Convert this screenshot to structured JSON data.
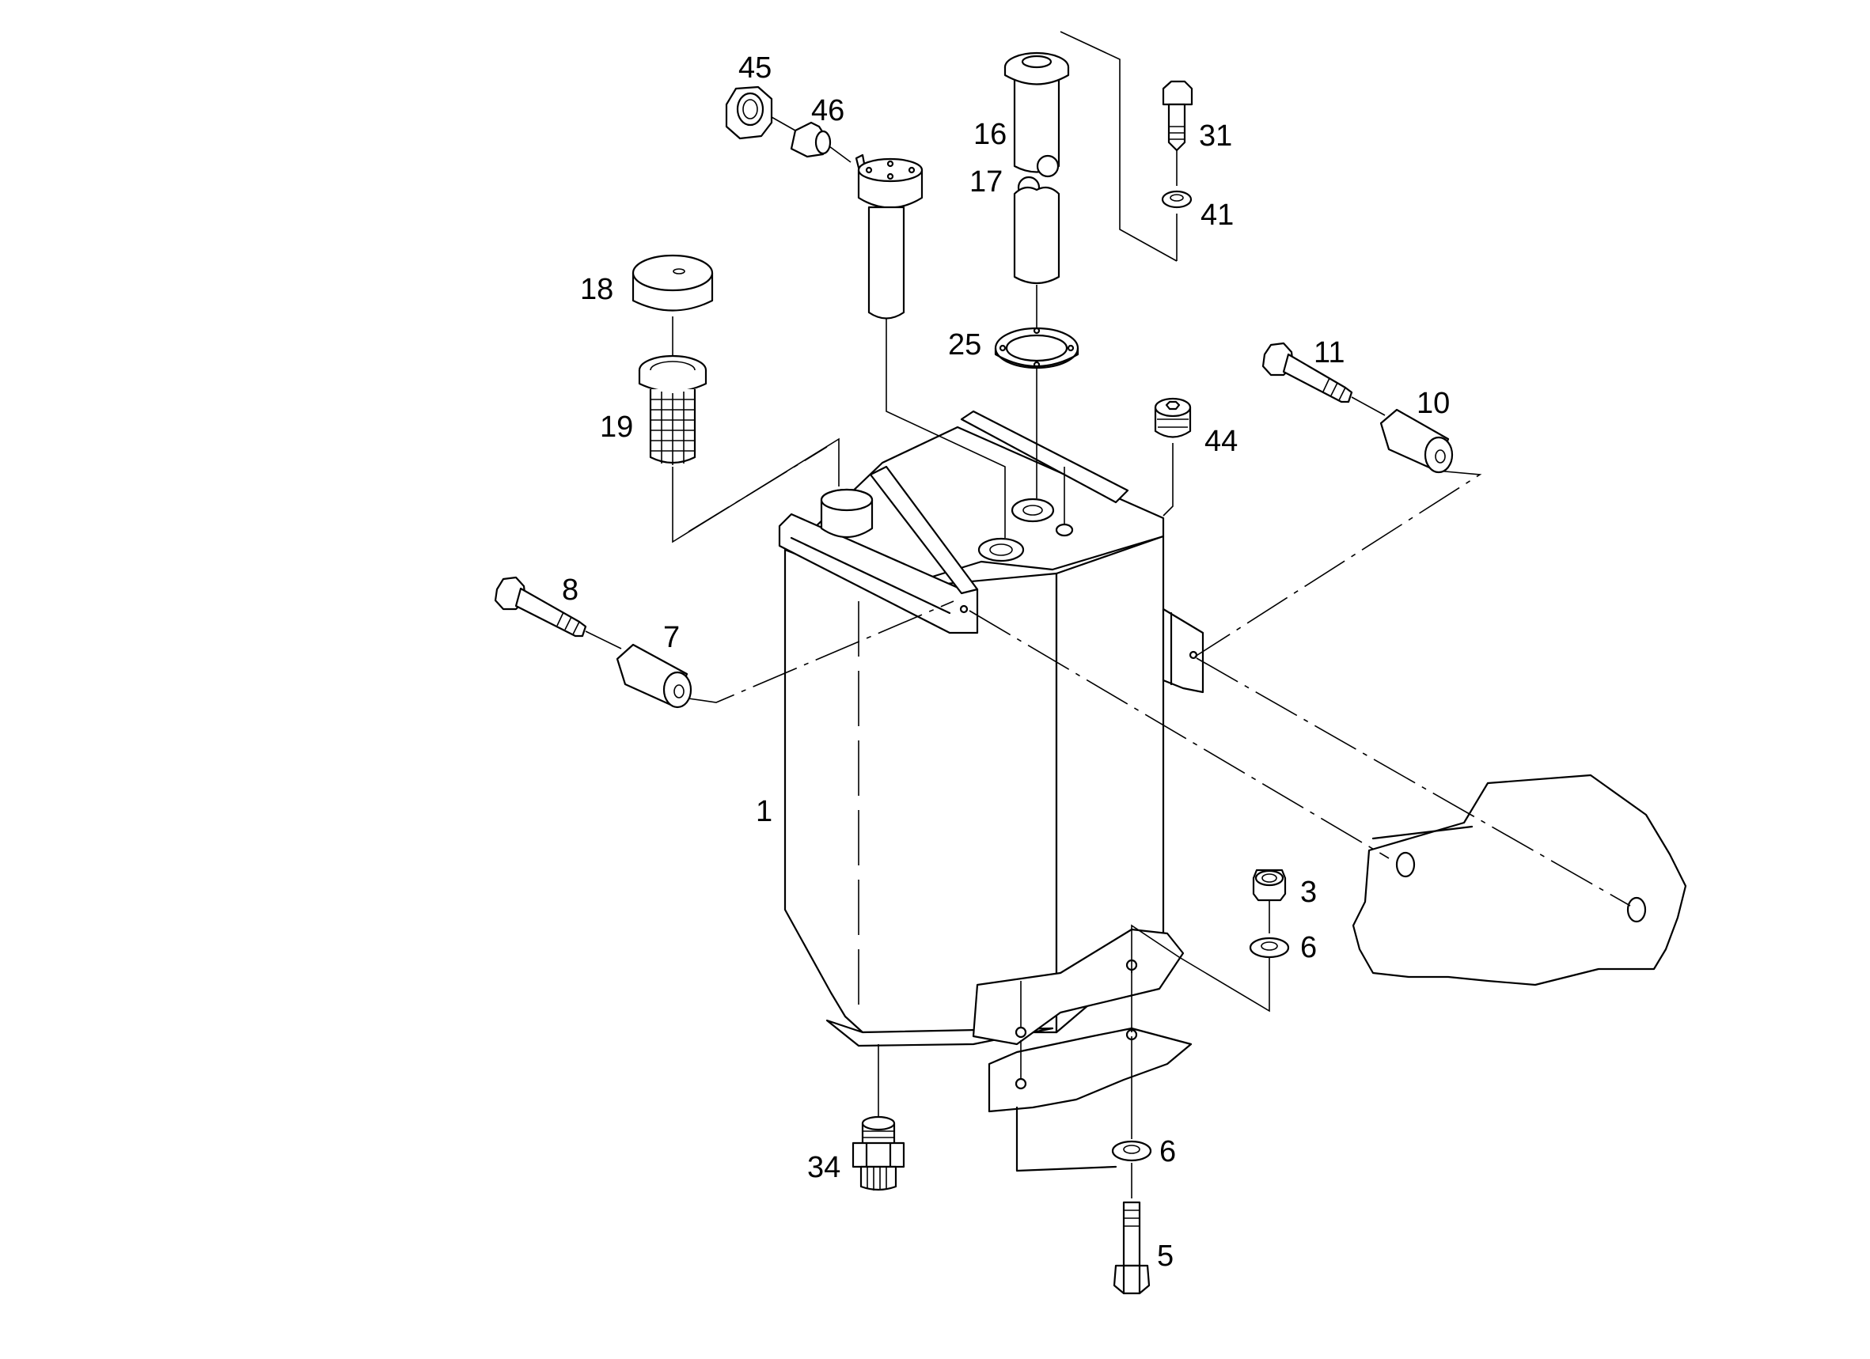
{
  "callouts": {
    "c1": "1",
    "c3": "3",
    "c5": "5",
    "c6a": "6",
    "c6b": "6",
    "c7": "7",
    "c8": "8",
    "c10": "10",
    "c11": "11",
    "c16": "16",
    "c17": "17",
    "c18": "18",
    "c19": "19",
    "c25": "25",
    "c31": "31",
    "c34": "34",
    "c41": "41",
    "c44": "44",
    "c45": "45",
    "c46": "46"
  }
}
